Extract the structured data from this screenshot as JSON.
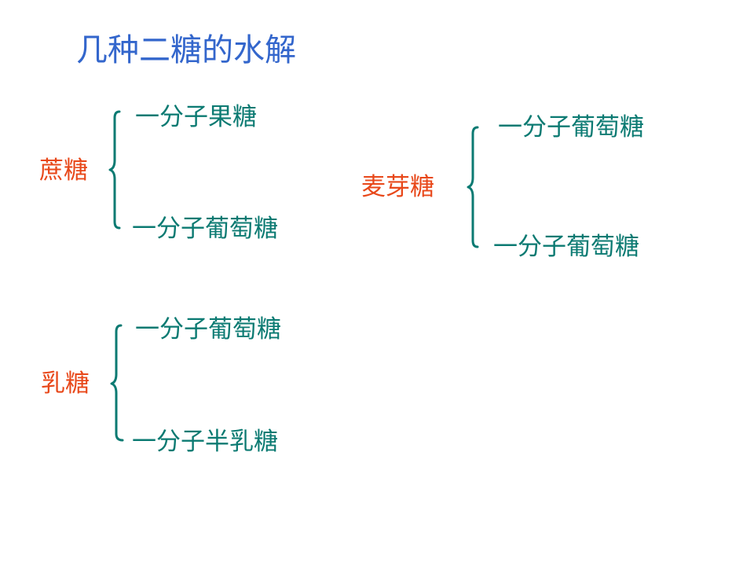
{
  "slide": {
    "title": "几种二糖的水解",
    "groups": [
      {
        "label": "蔗糖",
        "product_top": "一分子果糖",
        "product_bottom": "一分子葡萄糖"
      },
      {
        "label": "麦芽糖",
        "product_top": "一分子葡萄糖",
        "product_bottom": "一分子葡萄糖"
      },
      {
        "label": "乳糖",
        "product_top": "一分子葡萄糖",
        "product_bottom": "一分子半乳糖"
      }
    ]
  },
  "colors": {
    "title": "#3366cc",
    "label": "#e8481a",
    "product": "#0b7a72"
  }
}
